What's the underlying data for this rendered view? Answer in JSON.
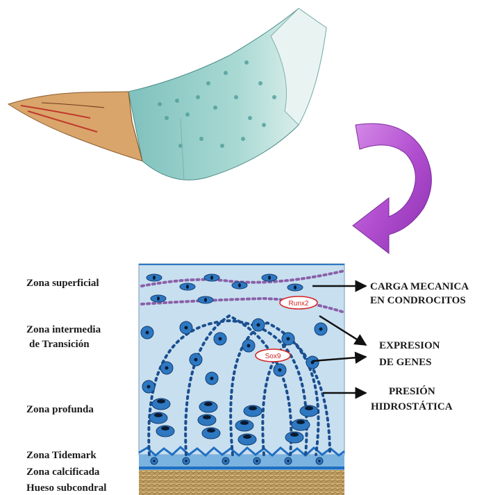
{
  "zones": [
    {
      "id": "superficial",
      "label": "Zona superficial"
    },
    {
      "id": "intermedia",
      "label": "Zona intermedia"
    },
    {
      "id": "transicion",
      "label": "de Transición"
    },
    {
      "id": "profunda",
      "label": "Zona profunda"
    },
    {
      "id": "tidemark",
      "label": "Zona  Tidemark"
    },
    {
      "id": "calcificada",
      "label": "Zona  calcificada"
    },
    {
      "id": "hueso",
      "label": "Hueso subcondral"
    }
  ],
  "annotations": {
    "carga_line1": "CARGA MECANICA",
    "carga_line2": "EN CONDROCITOS",
    "expresion_line1": "EXPRESION",
    "expresion_line2": "DE GENES",
    "presion_line1": "PRESIÓN",
    "presion_line2": "HIDROSTÁTICA"
  },
  "genes": {
    "runx2": "Runx2",
    "sox9": "Sox9"
  },
  "colors": {
    "tissue_fill": "#c8dff0",
    "cell_fill": "#2e78c2",
    "cell_outline": "#103a6a",
    "dotted_blue": "#1a4f8f",
    "dotted_purple": "#8a60a8",
    "tidemark_blue": "#1f6fc2",
    "bone": "#c7a86a",
    "arrow_purple": "#b24fd0",
    "gene_red": "#d42020"
  }
}
